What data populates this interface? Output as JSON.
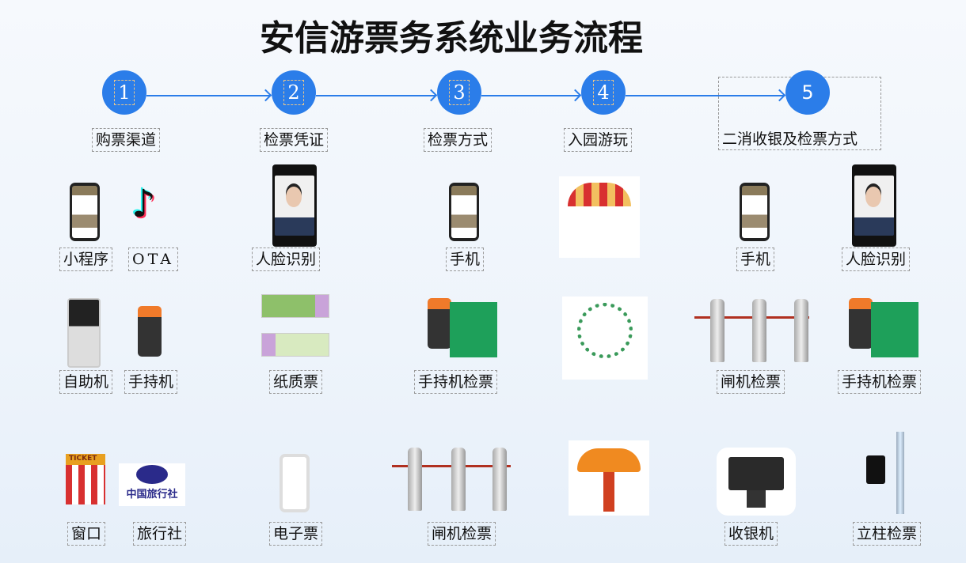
{
  "title": "安信游票务系统业务流程",
  "steps": [
    {
      "num": "1",
      "label": "购票渠道"
    },
    {
      "num": "2",
      "label": "检票凭证"
    },
    {
      "num": "3",
      "label": "检票方式"
    },
    {
      "num": "4",
      "label": "入园游玩"
    },
    {
      "num": "5",
      "label": "二消收银及检票方式"
    }
  ],
  "items": {
    "mini_program": "小程序",
    "ota": "OTA",
    "kiosk": "自助机",
    "handheld": "手持机",
    "window": "窗口",
    "travel_agency": "旅行社",
    "face_id": "人脸识别",
    "paper_ticket": "纸质票",
    "e_ticket": "电子票",
    "phone3": "手机",
    "handheld_check3": "手持机检票",
    "gate_check3": "闸机检票",
    "phone5": "手机",
    "face_id5": "人脸识别",
    "gate_check5": "闸机检票",
    "handheld_check5": "手持机检票",
    "cashier": "收银机",
    "pillar_check": "立柱检票"
  },
  "logos": {
    "ticket_booth": "TICKET",
    "travel_agency_logo": "中国旅行社"
  },
  "colors": {
    "accent": "#2b7de9"
  }
}
